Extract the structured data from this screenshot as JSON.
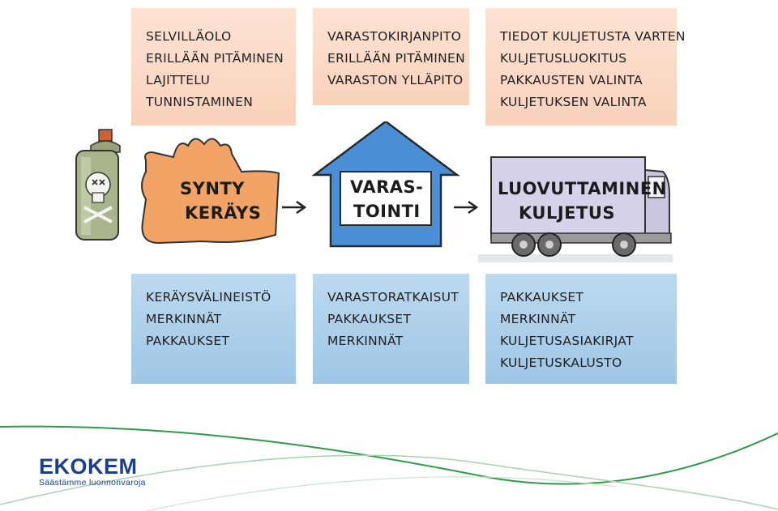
{
  "top_boxes": [
    {
      "lines": [
        "Selvilläolo",
        "Erillään pitäminen",
        "Lajittelu",
        "Tunnistaminen"
      ]
    },
    {
      "lines": [
        "Varastokirjanpito",
        "Erillään pitäminen",
        "Varaston ylläpito"
      ]
    },
    {
      "lines": [
        "Tiedot kuljetusta varten",
        "Kuljetusluokitus",
        "Pakkausten valinta",
        "Kuljetuksen valinta"
      ]
    }
  ],
  "stages": [
    {
      "lines": [
        "Synty",
        "Keräys"
      ]
    },
    {
      "lines": [
        "Varas-",
        "tointi"
      ]
    },
    {
      "lines": [
        "Luovuttaminen",
        "Kuljetus"
      ]
    }
  ],
  "bottom_boxes": [
    {
      "lines": [
        "Keräysvälineistö",
        "Merkinnät",
        "Pakkaukset"
      ]
    },
    {
      "lines": [
        "Varastoratkaisut",
        "Pakkaukset",
        "Merkinnät"
      ]
    },
    {
      "lines": [
        "Pakkaukset",
        "Merkinnät",
        "Kuljetusasiakirjat",
        "Kuljetuskalusto"
      ]
    }
  ],
  "logo": {
    "name": "EKOKEM",
    "slogan": "Säästämme luonnonvaroja"
  },
  "colors": {
    "top_box": "#f9d1bb",
    "bottom_box": "#a9cce9",
    "hand": "#f2a366",
    "house": "#4a8fd6",
    "truck_body": "#d6d2ea",
    "wave_green": "#2e9a4a",
    "logo_blue": "#1d3f8a"
  },
  "icons": [
    "hazard-canister-icon",
    "glove-icon",
    "house-icon",
    "truck-icon",
    "arrow-right-icon"
  ]
}
